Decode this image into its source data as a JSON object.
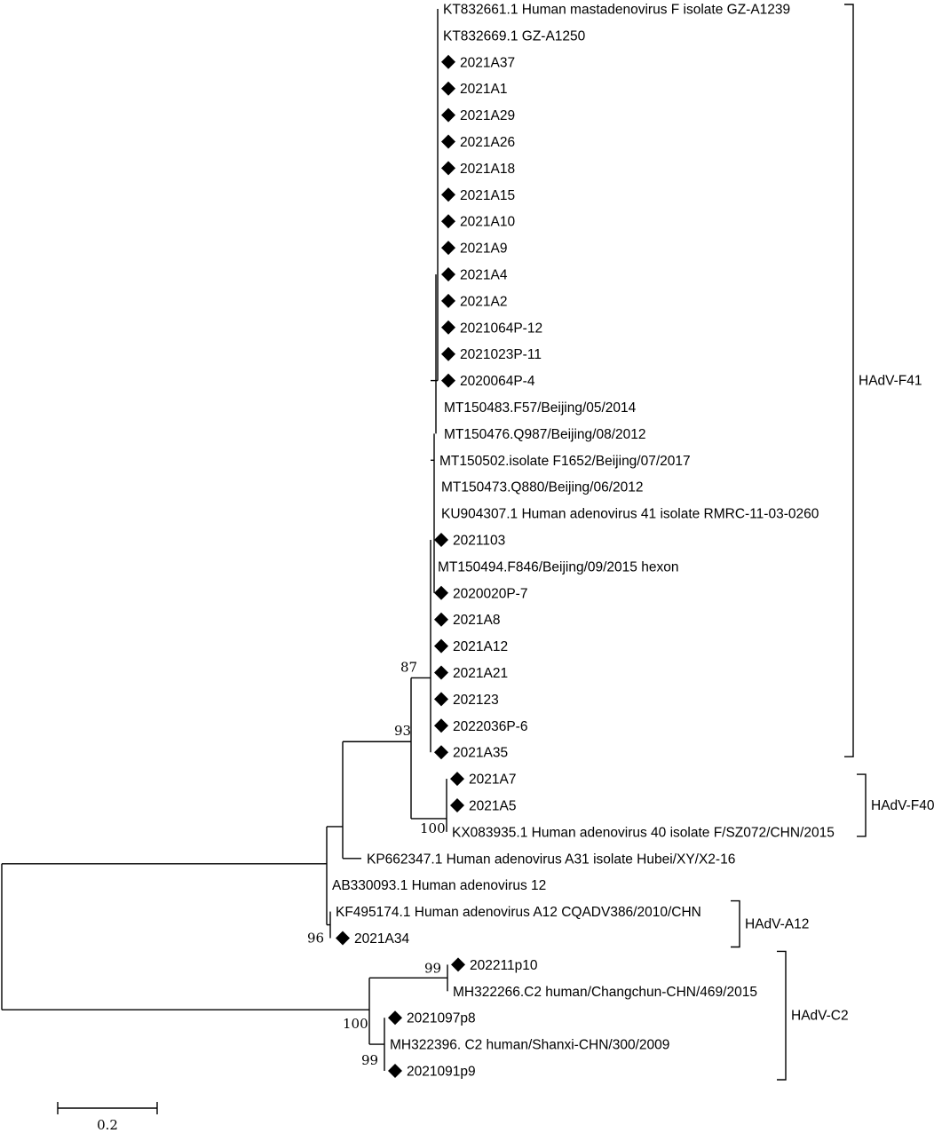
{
  "tree": {
    "leaves": [
      {
        "label": "KT832661.1 Human mastadenovirus F isolate GZ-A1239",
        "marker": false
      },
      {
        "label": "KT832669.1 GZ-A1250",
        "marker": false
      },
      {
        "label": "2021A37",
        "marker": true
      },
      {
        "label": "2021A1",
        "marker": true
      },
      {
        "label": "2021A29",
        "marker": true
      },
      {
        "label": "2021A26",
        "marker": true
      },
      {
        "label": "2021A18",
        "marker": true
      },
      {
        "label": "2021A15",
        "marker": true
      },
      {
        "label": "2021A10",
        "marker": true
      },
      {
        "label": "2021A9",
        "marker": true
      },
      {
        "label": "2021A4",
        "marker": true
      },
      {
        "label": "2021A2",
        "marker": true
      },
      {
        "label": "2021064P-12",
        "marker": true
      },
      {
        "label": "2021023P-11",
        "marker": true
      },
      {
        "label": "2020064P-4",
        "marker": true
      },
      {
        "label": "MT150483.F57/Beijing/05/2014",
        "marker": false
      },
      {
        "label": "MT150476.Q987/Beijing/08/2012",
        "marker": false
      },
      {
        "label": "MT150502.isolate F1652/Beijing/07/2017",
        "marker": false
      },
      {
        "label": "MT150473.Q880/Beijing/06/2012",
        "marker": false
      },
      {
        "label": "KU904307.1 Human adenovirus 41 isolate RMRC-11-03-0260",
        "marker": false
      },
      {
        "label": "2021103",
        "marker": true
      },
      {
        "label": "MT150494.F846/Beijing/09/2015 hexon",
        "marker": false
      },
      {
        "label": "2020020P-7",
        "marker": true
      },
      {
        "label": "2021A8",
        "marker": true
      },
      {
        "label": "2021A12",
        "marker": true
      },
      {
        "label": "2021A21",
        "marker": true
      },
      {
        "label": "202123",
        "marker": true
      },
      {
        "label": "2022036P-6",
        "marker": true
      },
      {
        "label": "2021A35",
        "marker": true
      },
      {
        "label": "2021A7",
        "marker": true
      },
      {
        "label": "2021A5",
        "marker": true
      },
      {
        "label": "KX083935.1 Human adenovirus 40 isolate F/SZ072/CHN/2015",
        "marker": false
      },
      {
        "label": "KP662347.1 Human adenovirus A31 isolate Hubei/XY/X2-16",
        "marker": false
      },
      {
        "label": "AB330093.1 Human adenovirus 12",
        "marker": false
      },
      {
        "label": "KF495174.1 Human adenovirus A12 CQADV386/2010/CHN",
        "marker": false
      },
      {
        "label": "2021A34",
        "marker": true
      },
      {
        "label": "202211p10",
        "marker": true
      },
      {
        "label": "MH322266.C2 human/Changchun-CHN/469/2015",
        "marker": false
      },
      {
        "label": "2021097p8",
        "marker": true
      },
      {
        "label": "MH322396. C2 human/Shanxi-CHN/300/2009",
        "marker": false
      },
      {
        "label": "2021091p9",
        "marker": true
      }
    ],
    "bootstrap": [
      "87",
      "93",
      "100",
      "96",
      "99",
      "100",
      "99"
    ],
    "clades": [
      {
        "label": "HAdV-F41"
      },
      {
        "label": "HAdV-F40"
      },
      {
        "label": "HAdV-A12"
      },
      {
        "label": "HAdV-C2"
      }
    ],
    "scale_bar": {
      "label": "0.2",
      "value": 0.2
    }
  }
}
